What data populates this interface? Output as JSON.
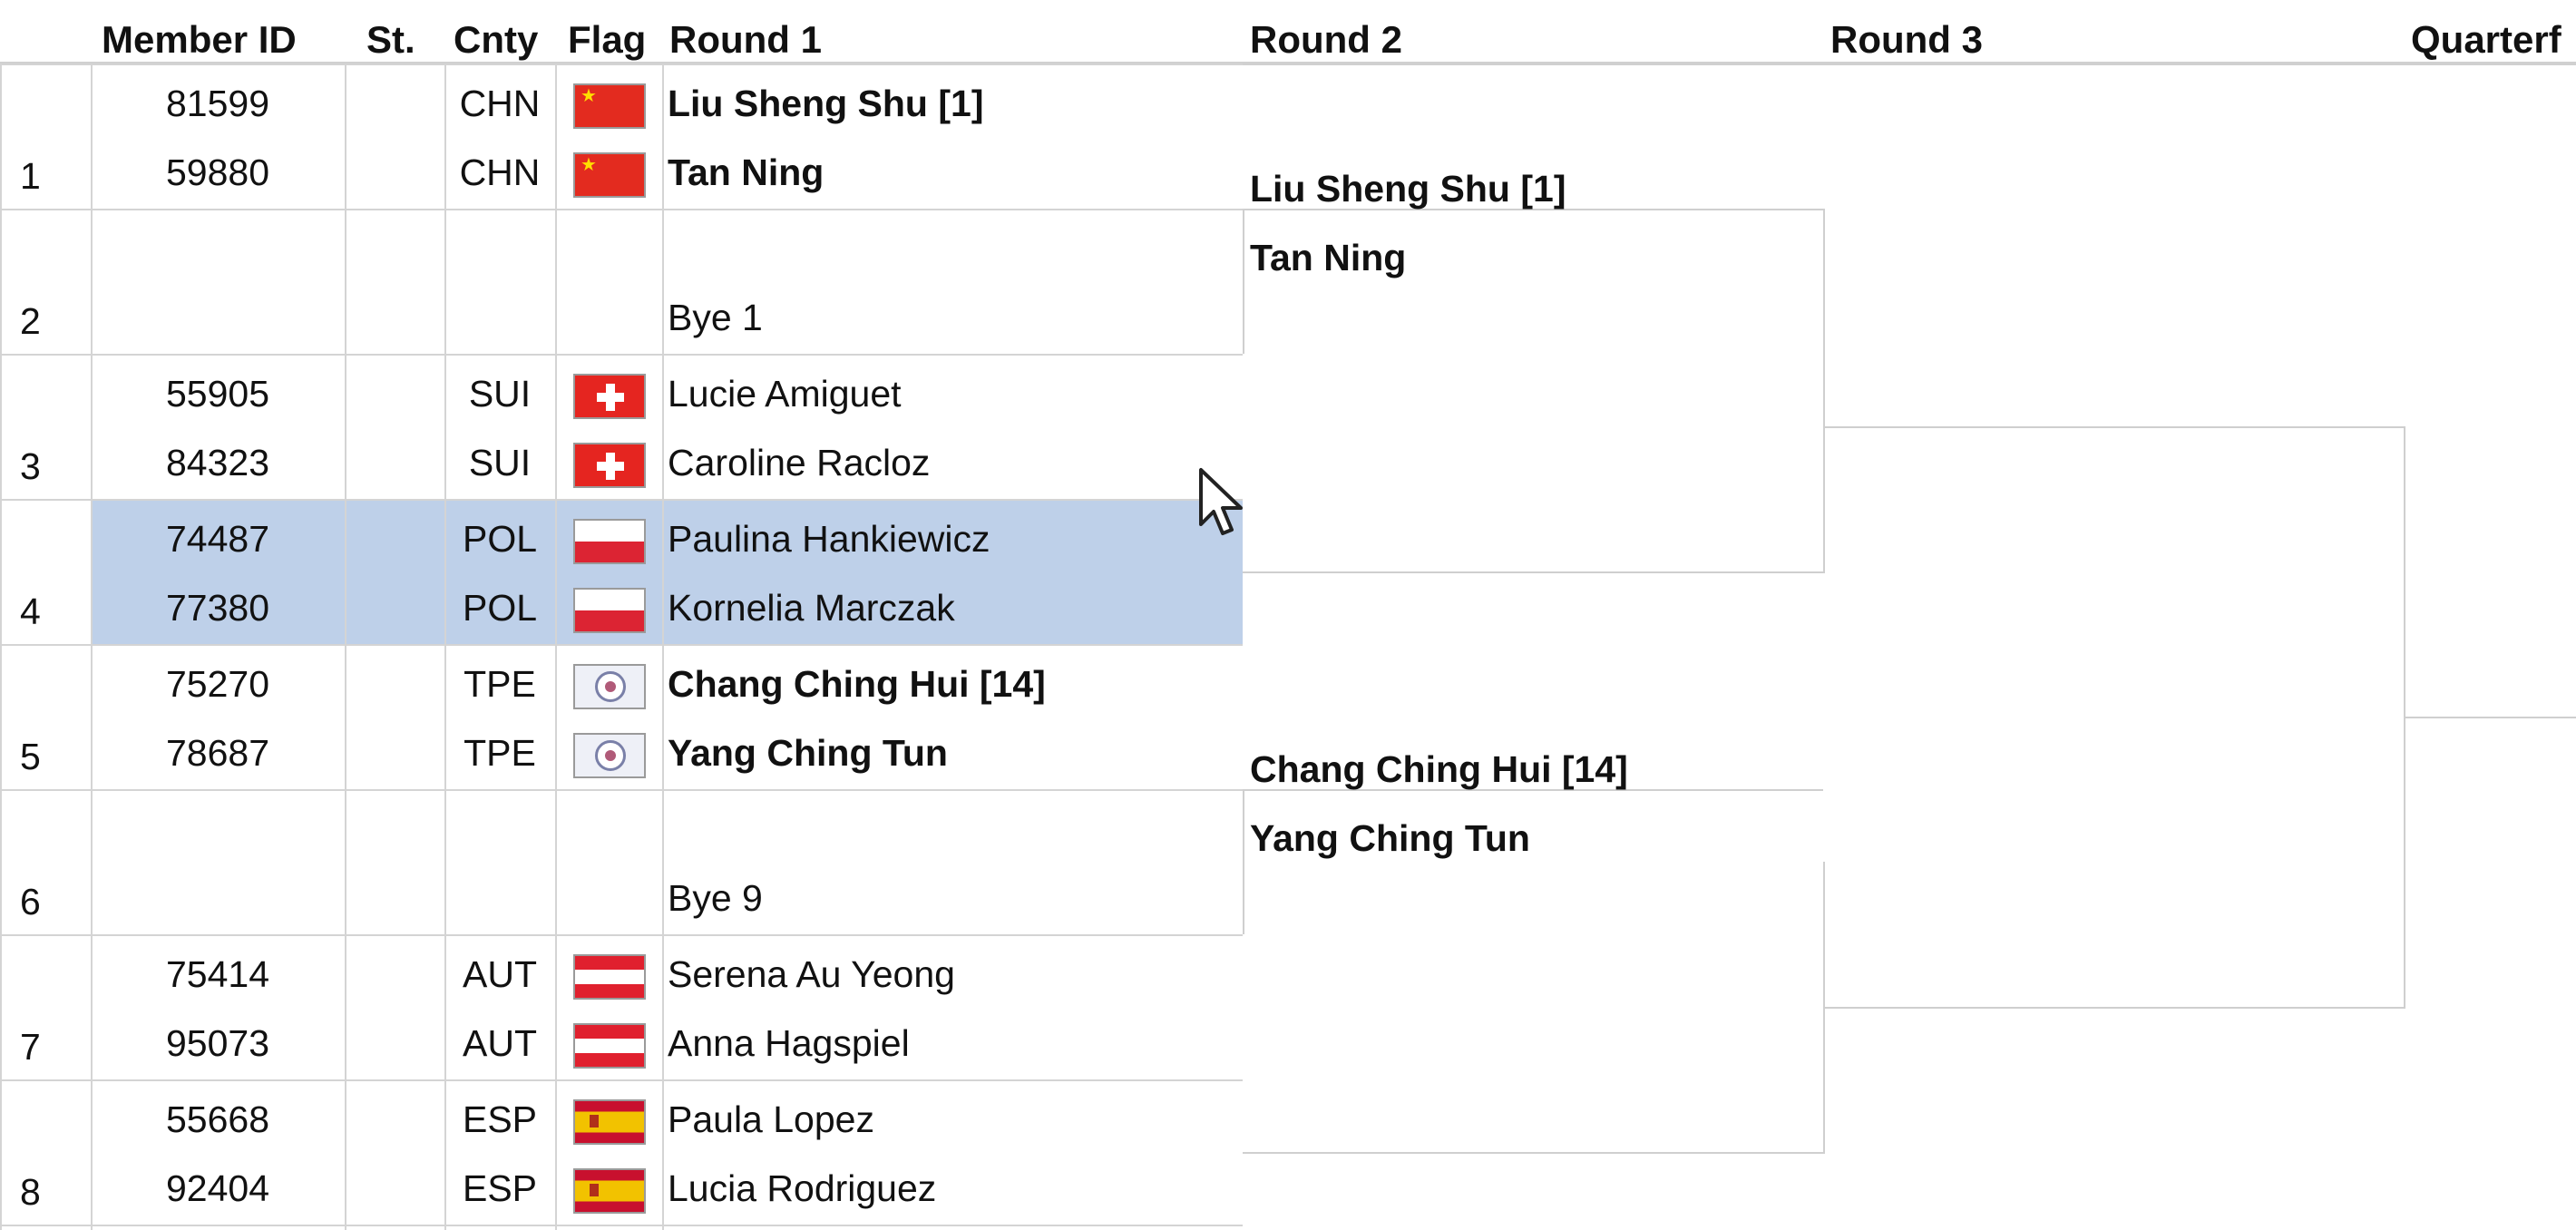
{
  "columns": {
    "member_id": "Member ID",
    "status": "St.",
    "country": "Cnty",
    "flag": "Flag",
    "round1": "Round 1",
    "round2": "Round 2",
    "round3": "Round 3",
    "quarterfinal": "Quarterf"
  },
  "rows": [
    {
      "index": "1",
      "selected": false,
      "players": [
        {
          "id": "81599",
          "cnty": "CHN",
          "flag": "china-flag-icon",
          "name": "Liu Sheng Shu [1]",
          "bold": true
        },
        {
          "id": "59880",
          "cnty": "CHN",
          "flag": "china-flag-icon",
          "name": "Tan Ning",
          "bold": true
        }
      ]
    },
    {
      "index": "2",
      "selected": false,
      "players": [
        {
          "id": "",
          "cnty": "",
          "flag": "",
          "name": "",
          "bold": false
        },
        {
          "id": "",
          "cnty": "",
          "flag": "",
          "name": "Bye 1",
          "bold": false
        }
      ]
    },
    {
      "index": "3",
      "selected": false,
      "players": [
        {
          "id": "55905",
          "cnty": "SUI",
          "flag": "switzerland-flag-icon",
          "name": "Lucie Amiguet",
          "bold": false
        },
        {
          "id": "84323",
          "cnty": "SUI",
          "flag": "switzerland-flag-icon",
          "name": "Caroline Racloz",
          "bold": false
        }
      ]
    },
    {
      "index": "4",
      "selected": true,
      "players": [
        {
          "id": "74487",
          "cnty": "POL",
          "flag": "poland-flag-icon",
          "name": "Paulina Hankiewicz",
          "bold": false
        },
        {
          "id": "77380",
          "cnty": "POL",
          "flag": "poland-flag-icon",
          "name": "Kornelia Marczak",
          "bold": false
        }
      ]
    },
    {
      "index": "5",
      "selected": false,
      "players": [
        {
          "id": "75270",
          "cnty": "TPE",
          "flag": "chinese-taipei-flag-icon",
          "name": "Chang Ching  Hui [14]",
          "bold": true
        },
        {
          "id": "78687",
          "cnty": "TPE",
          "flag": "chinese-taipei-flag-icon",
          "name": "Yang Ching Tun",
          "bold": true
        }
      ]
    },
    {
      "index": "6",
      "selected": false,
      "players": [
        {
          "id": "",
          "cnty": "",
          "flag": "",
          "name": "",
          "bold": false
        },
        {
          "id": "",
          "cnty": "",
          "flag": "",
          "name": "Bye 9",
          "bold": false
        }
      ]
    },
    {
      "index": "7",
      "selected": false,
      "players": [
        {
          "id": "75414",
          "cnty": "AUT",
          "flag": "austria-flag-icon",
          "name": "Serena Au Yeong",
          "bold": false
        },
        {
          "id": "95073",
          "cnty": "AUT",
          "flag": "austria-flag-icon",
          "name": "Anna Hagspiel",
          "bold": false
        }
      ]
    },
    {
      "index": "8",
      "selected": false,
      "players": [
        {
          "id": "55668",
          "cnty": "ESP",
          "flag": "spain-flag-icon",
          "name": "Paula Lopez",
          "bold": false
        },
        {
          "id": "92404",
          "cnty": "ESP",
          "flag": "spain-flag-icon",
          "name": "Lucia Rodriguez",
          "bold": false
        }
      ]
    }
  ],
  "round2": [
    {
      "line1": "Liu Sheng Shu [1]",
      "line2": "Tan Ning"
    },
    {
      "line1": "Chang Ching  Hui [14]",
      "line2": "Yang Ching Tun"
    }
  ],
  "colors": {
    "selection": "#bed0e9",
    "grid": "#d4d4d4"
  }
}
